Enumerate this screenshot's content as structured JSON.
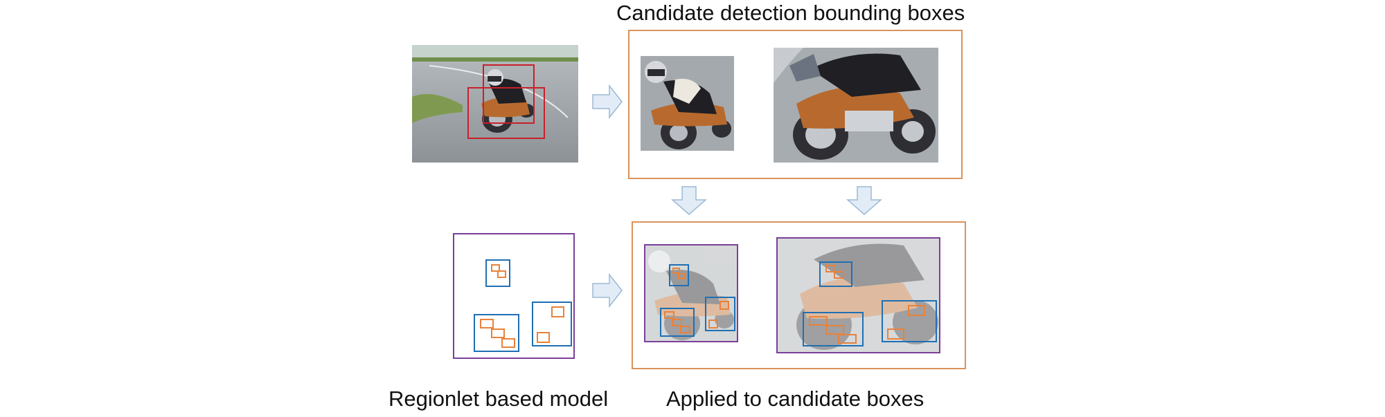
{
  "labels": {
    "candidate_title": "Candidate detection bounding boxes",
    "regionlet_model": "Regionlet based model",
    "applied_caption": "Applied to candidate boxes"
  },
  "colors": {
    "bbox_red": "#c8202a",
    "candidate_frame_orange": "#d9925a",
    "model_frame_purple": "#7b3f99",
    "region_blue": "#1f6fb3",
    "regionlet_orange": "#e8823a",
    "arrow_fill": "#e2ecf7",
    "arrow_stroke": "#9db8d6"
  },
  "icons": {
    "arrow_right": "right-arrow-icon",
    "arrow_down": "down-arrow-icon"
  }
}
